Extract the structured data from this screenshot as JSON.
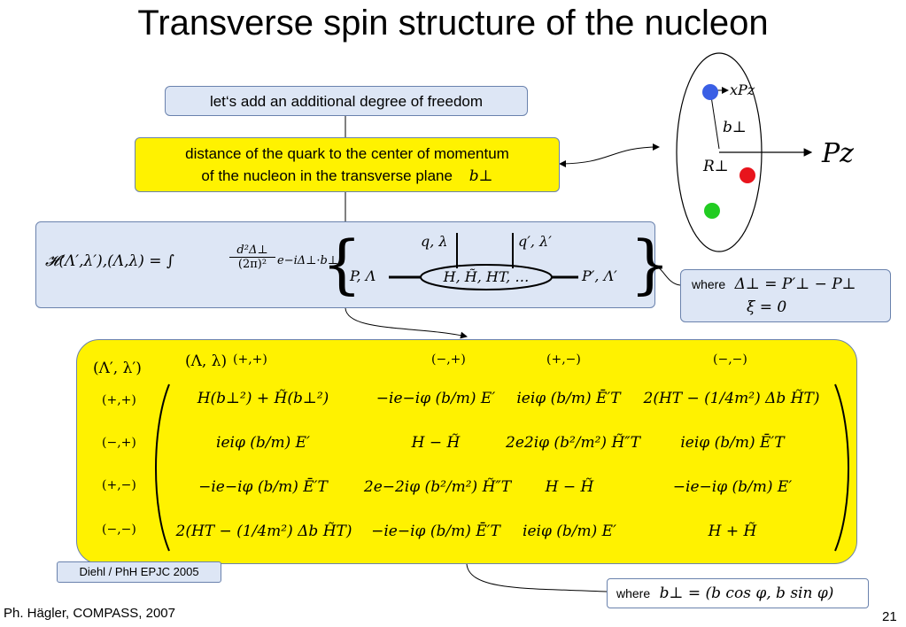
{
  "slide": {
    "title": "Transverse spin structure of the nucleon",
    "author_footer": "Ph. Hägler, COMPASS, 2007",
    "page_number": "21"
  },
  "boxes": {
    "degree_of_freedom": "let‘s add an additional degree of freedom",
    "distance_line1": "distance of the quark to the center of momentum",
    "distance_line2": "of the nucleon in the transverse plane",
    "distance_symbol": "b⊥",
    "hamiltonian_lhs": "𝓗(Λ′,λ′),(Λ,λ) = ∫",
    "hamiltonian_frac_num": "d²Δ⊥",
    "hamiltonian_frac_den": "(2π)²",
    "hamiltonian_exp": "e−iΔ⊥·b⊥",
    "diagram_q_in": "q, λ",
    "diagram_q_out": "q′, λ′",
    "diagram_p_in": "P, Λ",
    "diagram_p_out": "P′, Λ′",
    "diagram_blob": "H, H̃, HT, …",
    "where_delta_label": "where",
    "where_delta_eq": "Δ⊥ = P′⊥ − P⊥",
    "where_xi_eq": "ξ = 0",
    "citation": "Diehl / PhH EPJC 2005",
    "where_b_label": "where",
    "where_b_eq": "b⊥ = (b cos φ, b sin φ)"
  },
  "nucleon_diagram": {
    "label_xpz": "xPz",
    "label_bperp": "b⊥",
    "label_rperp": "R⊥",
    "label_pz": "Pz",
    "quark_colors": [
      "#3a5fe5",
      "#e8141c",
      "#22cc22"
    ]
  },
  "matrix": {
    "corner_label": "(Λ′, λ′)",
    "corner_col_label": "(Λ, λ)",
    "col_headers": [
      "(+,+)",
      "(−,+)",
      "(+,−)",
      "(−,−)"
    ],
    "row_headers": [
      "(+,+)",
      "(−,+)",
      "(+,−)",
      "(−,−)"
    ],
    "rows": [
      [
        "H(b⊥²) + H̃(b⊥²)",
        "−ie−iφ (b/m) E′",
        "ieiφ (b/m) Ē′T",
        "2(HT − (1/4m²) Δb H̃T)"
      ],
      [
        "ieiφ (b/m) E′",
        "H − H̃",
        "2e2iφ (b²/m²) H̃″T",
        "ieiφ (b/m) Ē′T"
      ],
      [
        "−ie−iφ (b/m) Ē′T",
        "2e−2iφ (b²/m²) H̃″T",
        "H − H̃",
        "−ie−iφ (b/m) E′"
      ],
      [
        "2(HT − (1/4m²) Δb H̃T)",
        "−ie−iφ (b/m) Ē′T",
        "ieiφ (b/m) E′",
        "H + H̃"
      ]
    ]
  }
}
